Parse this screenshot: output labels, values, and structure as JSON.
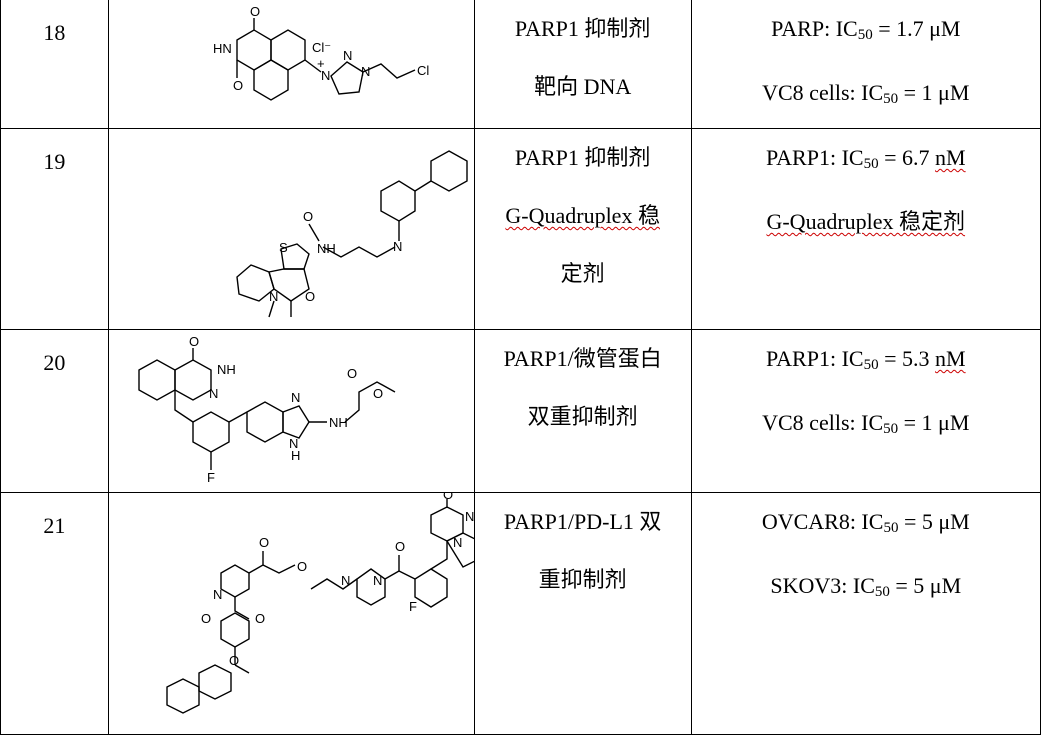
{
  "rows": [
    {
      "number": "18",
      "structure_labels": [
        "O",
        "HN",
        "O",
        "Cl⁻",
        "N",
        "N",
        "N",
        "+",
        "Cl"
      ],
      "category_lines": [
        "PARP1 抑制剂",
        "靶向 DNA"
      ],
      "activity": [
        {
          "prefix": "PARP: IC",
          "sub": "50",
          "suffix": " = 1.7 μM"
        },
        {
          "prefix": "VC8 cells: IC",
          "sub": "50",
          "suffix": " = 1 μM"
        }
      ]
    },
    {
      "number": "19",
      "structure_labels": [
        "N",
        "S",
        "NH",
        "O",
        "N",
        "O"
      ],
      "category_lines": [
        "PARP1 抑制剂",
        "G-Quadruplex 稳",
        "定剂"
      ],
      "activity": [
        {
          "prefix": "PARP1: IC",
          "sub": "50",
          "suffix": " = 6.7 ",
          "unit": "nM"
        },
        {
          "text": "G-Quadruplex 稳定剂"
        }
      ]
    },
    {
      "number": "20",
      "structure_labels": [
        "O",
        "NH",
        "N",
        "N",
        "NH",
        "O",
        "O",
        "N",
        "H",
        "F"
      ],
      "category_lines": [
        "PARP1/微管蛋白",
        "双重抑制剂"
      ],
      "activity": [
        {
          "prefix": "PARP1: IC",
          "sub": "50",
          "suffix": " = 5.3 ",
          "unit": "nM"
        },
        {
          "prefix": "VC8 cells: IC",
          "sub": "50",
          "suffix": " = 1 μM"
        }
      ]
    },
    {
      "number": "21",
      "structure_labels": [
        "O",
        "NH",
        "N",
        "O",
        "O",
        "O",
        "N",
        "N",
        "N",
        "F",
        "O",
        "O",
        "O"
      ],
      "category_lines": [
        "PARP1/PD-L1 双",
        "重抑制剂"
      ],
      "activity": [
        {
          "prefix": "OVCAR8: IC",
          "sub": "50",
          "suffix": " = 5 μM"
        },
        {
          "prefix": "SKOV3: IC",
          "sub": "50",
          "suffix": " = 5 μM"
        }
      ]
    }
  ]
}
